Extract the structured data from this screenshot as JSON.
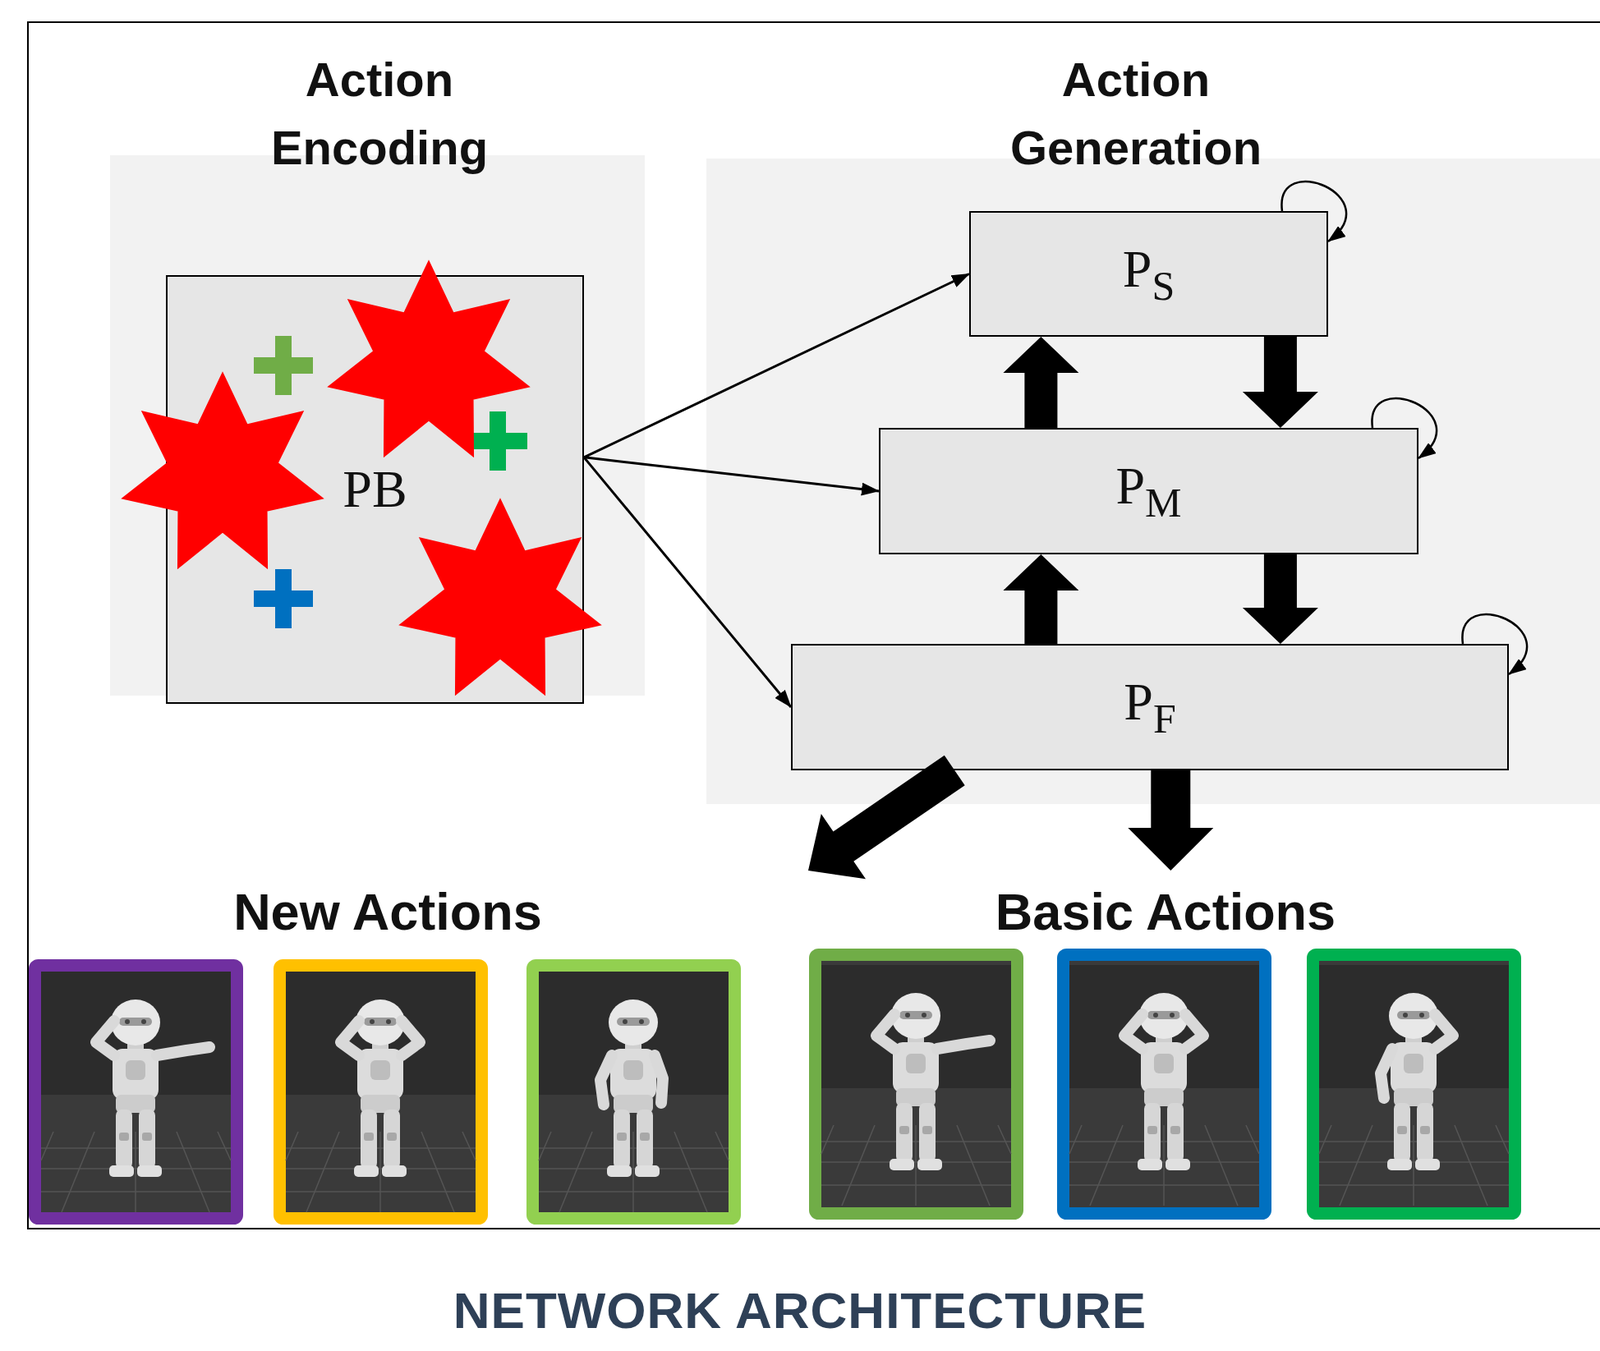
{
  "diagram": {
    "caption": "NETWORK ARCHITECTURE",
    "nodes": [
      {
        "text": [
          "Action Encoding"
        ]
      },
      {
        "text": [
          "PB"
        ],
        "in": 0
      },
      {
        "text": [
          "Action Generation"
        ]
      },
      {
        "text": [
          "P",
          "S"
        ],
        "in": 2
      },
      {
        "text": [
          "P",
          "M"
        ],
        "in": 2
      },
      {
        "text": [
          "P",
          "F"
        ],
        "in": 2
      },
      {
        "text": [
          "New Actions"
        ]
      },
      {
        "text": [
          "Basic Actions"
        ]
      }
    ],
    "edges": [
      {
        "from": 1,
        "to": 3,
        "arrow": "to"
      },
      {
        "from": 1,
        "to": 4,
        "arrow": "to"
      },
      {
        "from": 1,
        "to": 5,
        "arrow": "to"
      },
      {
        "from": 4,
        "to": 3,
        "arrow": "to"
      },
      {
        "from": 3,
        "to": 4,
        "arrow": "to"
      },
      {
        "from": 5,
        "to": 4,
        "arrow": "to"
      },
      {
        "from": 4,
        "to": 5,
        "arrow": "to"
      },
      {
        "from": 3,
        "to": 3,
        "arrow": "to"
      },
      {
        "from": 4,
        "to": 4,
        "arrow": "to"
      },
      {
        "from": 5,
        "to": 5,
        "arrow": "to"
      },
      {
        "from": 5,
        "to": 6,
        "arrow": "to"
      },
      {
        "from": 5,
        "to": 7,
        "arrow": "to"
      }
    ]
  }
}
